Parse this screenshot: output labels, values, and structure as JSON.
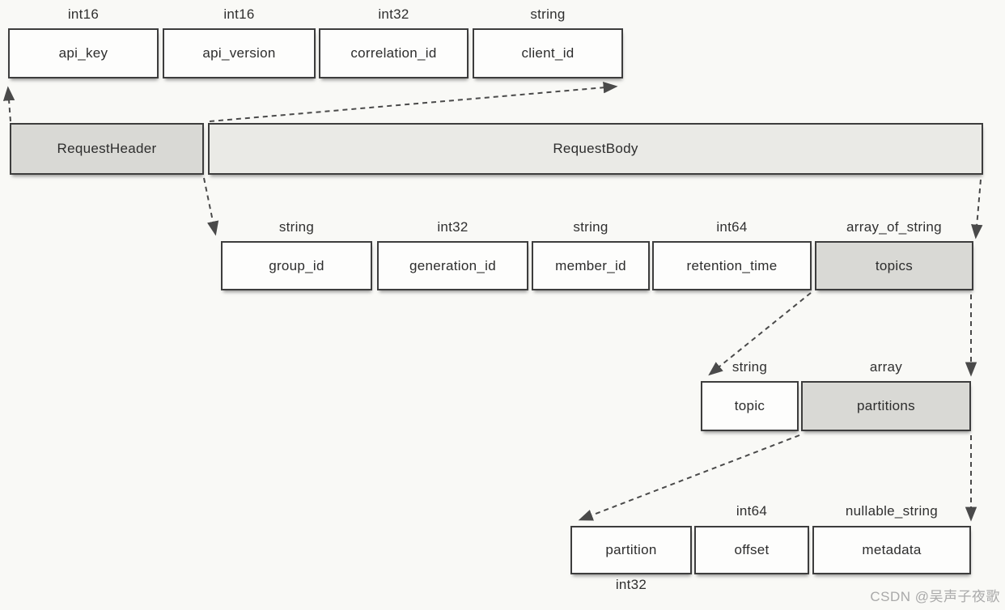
{
  "diagram_title_hint": "Kafka OffsetCommit request structure",
  "colors": {
    "background": "#f9f9f6",
    "box_border": "#3d3d3d",
    "box_fill": "#fdfdfc",
    "shaded_fill": "#d9d9d5",
    "body_fill": "#eaeae6",
    "arrow": "#4a4a4a",
    "watermark": "#a9a9a9"
  },
  "header_row": {
    "fields": [
      {
        "type": "int16",
        "name": "api_key"
      },
      {
        "type": "int16",
        "name": "api_version"
      },
      {
        "type": "int32",
        "name": "correlation_id"
      },
      {
        "type": "string",
        "name": "client_id"
      }
    ]
  },
  "request_row": {
    "header_label": "RequestHeader",
    "body_label": "RequestBody"
  },
  "body_row": {
    "fields": [
      {
        "type": "string",
        "name": "group_id"
      },
      {
        "type": "int32",
        "name": "generation_id"
      },
      {
        "type": "string",
        "name": "member_id"
      },
      {
        "type": "int64",
        "name": "retention_time"
      },
      {
        "type": "array_of_string",
        "name": "topics"
      }
    ]
  },
  "topic_row": {
    "fields": [
      {
        "type": "string",
        "name": "topic"
      },
      {
        "type": "array",
        "name": "partitions"
      }
    ]
  },
  "partition_row": {
    "fields": [
      {
        "type": "int32",
        "name": "partition",
        "type_position": "below"
      },
      {
        "type": "int64",
        "name": "offset"
      },
      {
        "type": "nullable_string",
        "name": "metadata"
      }
    ]
  },
  "watermark": "CSDN @吴声子夜歌"
}
